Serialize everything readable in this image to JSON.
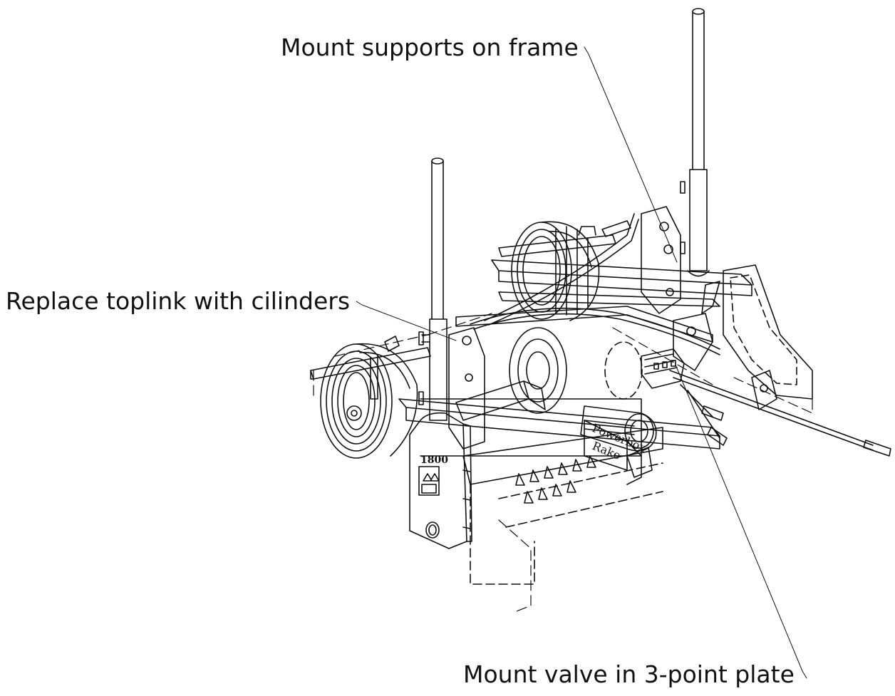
{
  "callouts": {
    "mount_supports": "Mount supports on frame",
    "replace_toplink": "Replace toplink with cilinders",
    "mount_valve": "Mount valve in 3-point plate"
  },
  "machine": {
    "model_number": "1800",
    "brand_text": "Powerbox",
    "product_text": "Rake"
  },
  "colors": {
    "line": "#111111",
    "background": "#ffffff"
  }
}
